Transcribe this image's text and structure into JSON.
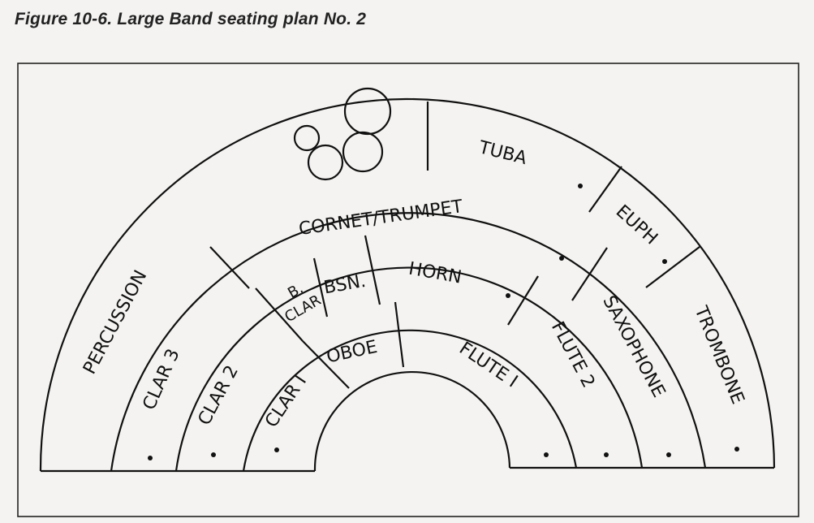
{
  "figure": {
    "title": "Figure 10-6. Large Band seating plan No. 2"
  },
  "sections": {
    "percussion": "PERCUSSION",
    "tuba": "TUBA",
    "euph": "EUPH",
    "trombone": "TROMBONE",
    "clar3": "CLAR 3",
    "cornet_trumpet": "CORNET/TRUMPET",
    "saxophone": "SAXOPHONE",
    "clar2": "CLAR 2",
    "bass_clar_line1": "B.",
    "bass_clar_line2": "CLAR",
    "bsn": "BSN.",
    "horn": "HORN",
    "flute2": "FLUTE 2",
    "clar1": "CLAR I",
    "oboe": "OBOE",
    "flute1": "FLUTE I"
  },
  "colors": {
    "ink": "#111111",
    "paper": "#f4f3f1"
  }
}
